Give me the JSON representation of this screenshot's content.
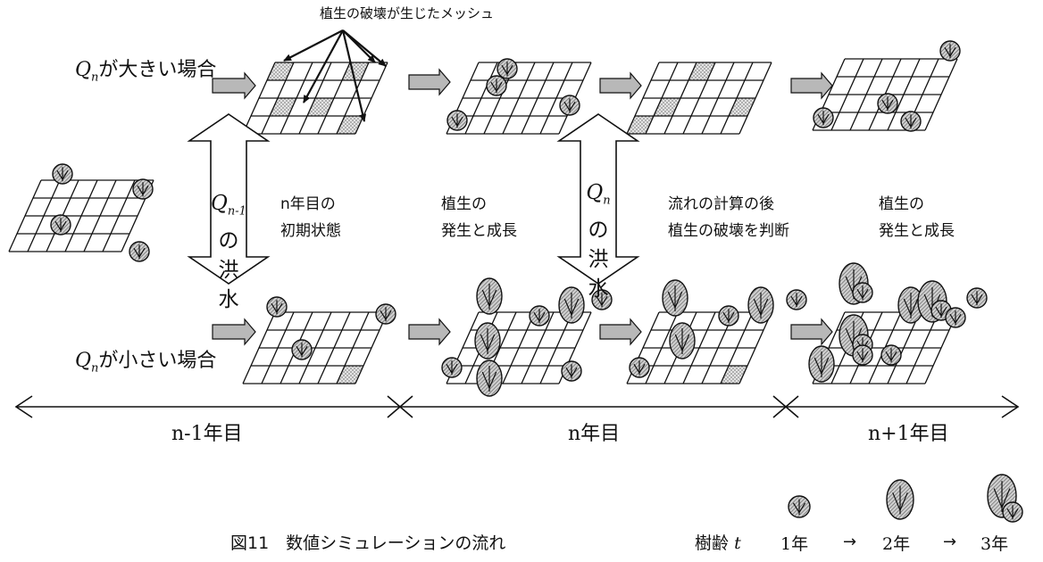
{
  "annotation": {
    "damaged_mesh": "植生の破壊が生じたメッシュ"
  },
  "scenario_large": {
    "q": "Q",
    "sub": "n",
    "text": "が大きい場合"
  },
  "scenario_small": {
    "q": "Q",
    "sub": "n",
    "text": "が小さい場合"
  },
  "flood_prev": {
    "q": "Q",
    "sub": "n-1",
    "line1": "の",
    "line2": "洪",
    "line3": "水"
  },
  "flood_curr": {
    "q": "Q",
    "sub": "n",
    "line1": "の",
    "line2": "洪",
    "line3": "水"
  },
  "stages": [
    {
      "line1": "n年目の",
      "line2": "初期状態"
    },
    {
      "line1": "植生の",
      "line2": "発生と成長"
    },
    {
      "line1": "流れの計算の後",
      "line2": "植生の破壊を判断"
    },
    {
      "line1": "植生の",
      "line2": "発生と成長"
    }
  ],
  "timeline": [
    "n-1年目",
    "n年目",
    "n+1年目"
  ],
  "caption": "図11　数値シミュレーションの流れ",
  "legend": {
    "label": "樹齢",
    "var": "t",
    "age1": "1年",
    "arrow": "→",
    "age2": "2年",
    "age3": "3年"
  },
  "colors": {
    "ink": "#111111",
    "hatch": "#bdbdbd",
    "arrow_fill": "#b8b8b8"
  }
}
